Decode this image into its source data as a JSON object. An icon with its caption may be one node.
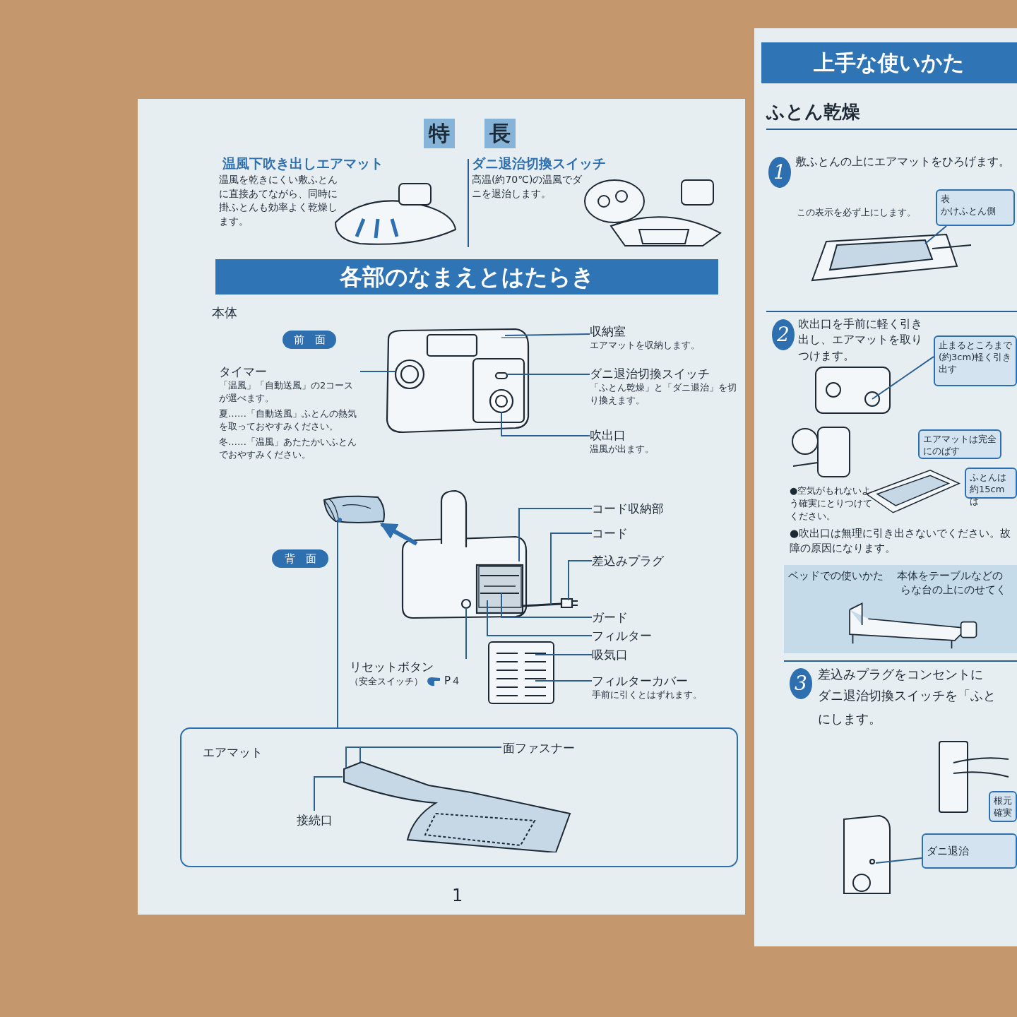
{
  "diagram": {
    "nodes": [
      {
        "text": [
          "特"
        ]
      },
      {
        "text": [
          "長"
        ]
      },
      {
        "text": [
          "各部のなまえとはたらき"
        ]
      },
      {
        "text": [
          "前　面"
        ]
      },
      {
        "text": [],
        "shape": "picture"
      },
      {
        "text": [
          "収納室",
          "エアマットを収納します。"
        ]
      },
      {
        "text": [
          "タイマー",
          "「温風」「自動送風」の2コースが選べます。",
          "夏……「自動送風」ふとんの熱気を取っておやすみください。",
          "冬……「温風」あたたかいふとんでおやすみください。"
        ]
      },
      {
        "text": [
          "ダニ退治切換スイッチ",
          "「ふとん乾燥」と「ダニ退治」を切り換えます。"
        ]
      },
      {
        "text": [
          "吹出口",
          "温風が出ます。"
        ]
      },
      {
        "text": [],
        "shape": "picture"
      },
      {
        "text": [
          "背　面"
        ]
      },
      {
        "text": [],
        "shape": "picture"
      },
      {
        "text": [
          "コード収納部"
        ]
      },
      {
        "text": [
          "コード"
        ]
      },
      {
        "text": [
          "差込みプラグ"
        ]
      },
      {
        "text": [
          "ガード"
        ]
      },
      {
        "text": [
          "フィルター"
        ]
      },
      {
        "text": [],
        "shape": "picture"
      },
      {
        "text": [
          "吸気口"
        ]
      },
      {
        "text": [
          "フィルターカバー",
          "手前に引くとはずれます。"
        ]
      },
      {
        "text": [
          "リセットボタン",
          "（安全スイッチ）",
          "P４"
        ]
      },
      {
        "text": [
          "エアマット"
        ]
      },
      {
        "text": [],
        "shape": "picture",
        "in": 21
      },
      {
        "text": [
          "面ファスナー"
        ],
        "in": 21
      },
      {
        "text": [
          "接続口"
        ],
        "in": 21
      },
      {
        "text": [
          "上手な使いかた"
        ]
      },
      {
        "text": [
          "1"
        ]
      },
      {
        "text": [
          "表",
          "かけふとん側"
        ]
      },
      {
        "text": [
          "2"
        ]
      },
      {
        "text": [
          "止まるところまで(約3cm)軽く引き出す"
        ]
      },
      {
        "text": [
          "エアマットは完全にのばす"
        ]
      },
      {
        "text": [
          "ふとんは",
          "約15cmは"
        ]
      },
      {
        "text": [
          "ベッドでの使いかた",
          "本体をテーブルなどの",
          "らな台の上にのせてく"
        ]
      },
      {
        "text": [
          "3"
        ]
      },
      {
        "text": [
          "根元",
          "確実"
        ]
      },
      {
        "text": [
          "ダニ退治"
        ]
      }
    ],
    "edges": [
      {
        "from": 5,
        "to": 4,
        "arrow": "none"
      },
      {
        "from": 6,
        "to": 4,
        "arrow": "none"
      },
      {
        "from": 7,
        "to": 4,
        "arrow": "none"
      },
      {
        "from": 8,
        "to": 4,
        "arrow": "none"
      },
      {
        "from": 11,
        "to": 9,
        "arrow": "to",
        "style": "thick"
      },
      {
        "from": 9,
        "to": 21,
        "arrow": "none"
      },
      {
        "from": 12,
        "to": 11,
        "arrow": "none"
      },
      {
        "from": 13,
        "to": 11,
        "arrow": "none"
      },
      {
        "from": 14,
        "to": 11,
        "arrow": "none"
      },
      {
        "from": 15,
        "to": 11,
        "arrow": "none"
      },
      {
        "from": 16,
        "to": 11,
        "arrow": "none"
      },
      {
        "from": 18,
        "to": 17,
        "arrow": "none"
      },
      {
        "from": 19,
        "to": 17,
        "arrow": "none"
      },
      {
        "from": 20,
        "to": 11,
        "arrow": "none"
      },
      {
        "from": 23,
        "to": 22,
        "arrow": "none"
      },
      {
        "from": 24,
        "to": 22,
        "arrow": "none"
      },
      {
        "from": 27,
        "to": null,
        "arrow": "none"
      },
      {
        "from": 29,
        "to": null,
        "arrow": "none"
      },
      {
        "from": 35,
        "to": null,
        "arrow": "none"
      }
    ],
    "labels": [
      "温風下吹き出しエアマット",
      "温風を乾きにくい敷ふとんに直接あてながら、同時に掛ふとんも効率よく乾燥します。",
      "ダニ退治切換スイッチ",
      "高温(約70℃)の温風でダニを退治します。",
      "本体",
      "1",
      "ふとん乾燥",
      "敷ふとんの上にエアマットをひろげます。",
      "この表示を必ず上にします。",
      "吹出口を手前に軽く引き出し、エアマットを取りつけます。",
      "●空気がもれないよう確実にとりつけてください。",
      "●吹出口は無理に引き出さないでください。故障の原因になります。",
      "差込みプラグをコンセントに",
      "ダニ退治切換スイッチを「ふと",
      "にします。"
    ]
  }
}
